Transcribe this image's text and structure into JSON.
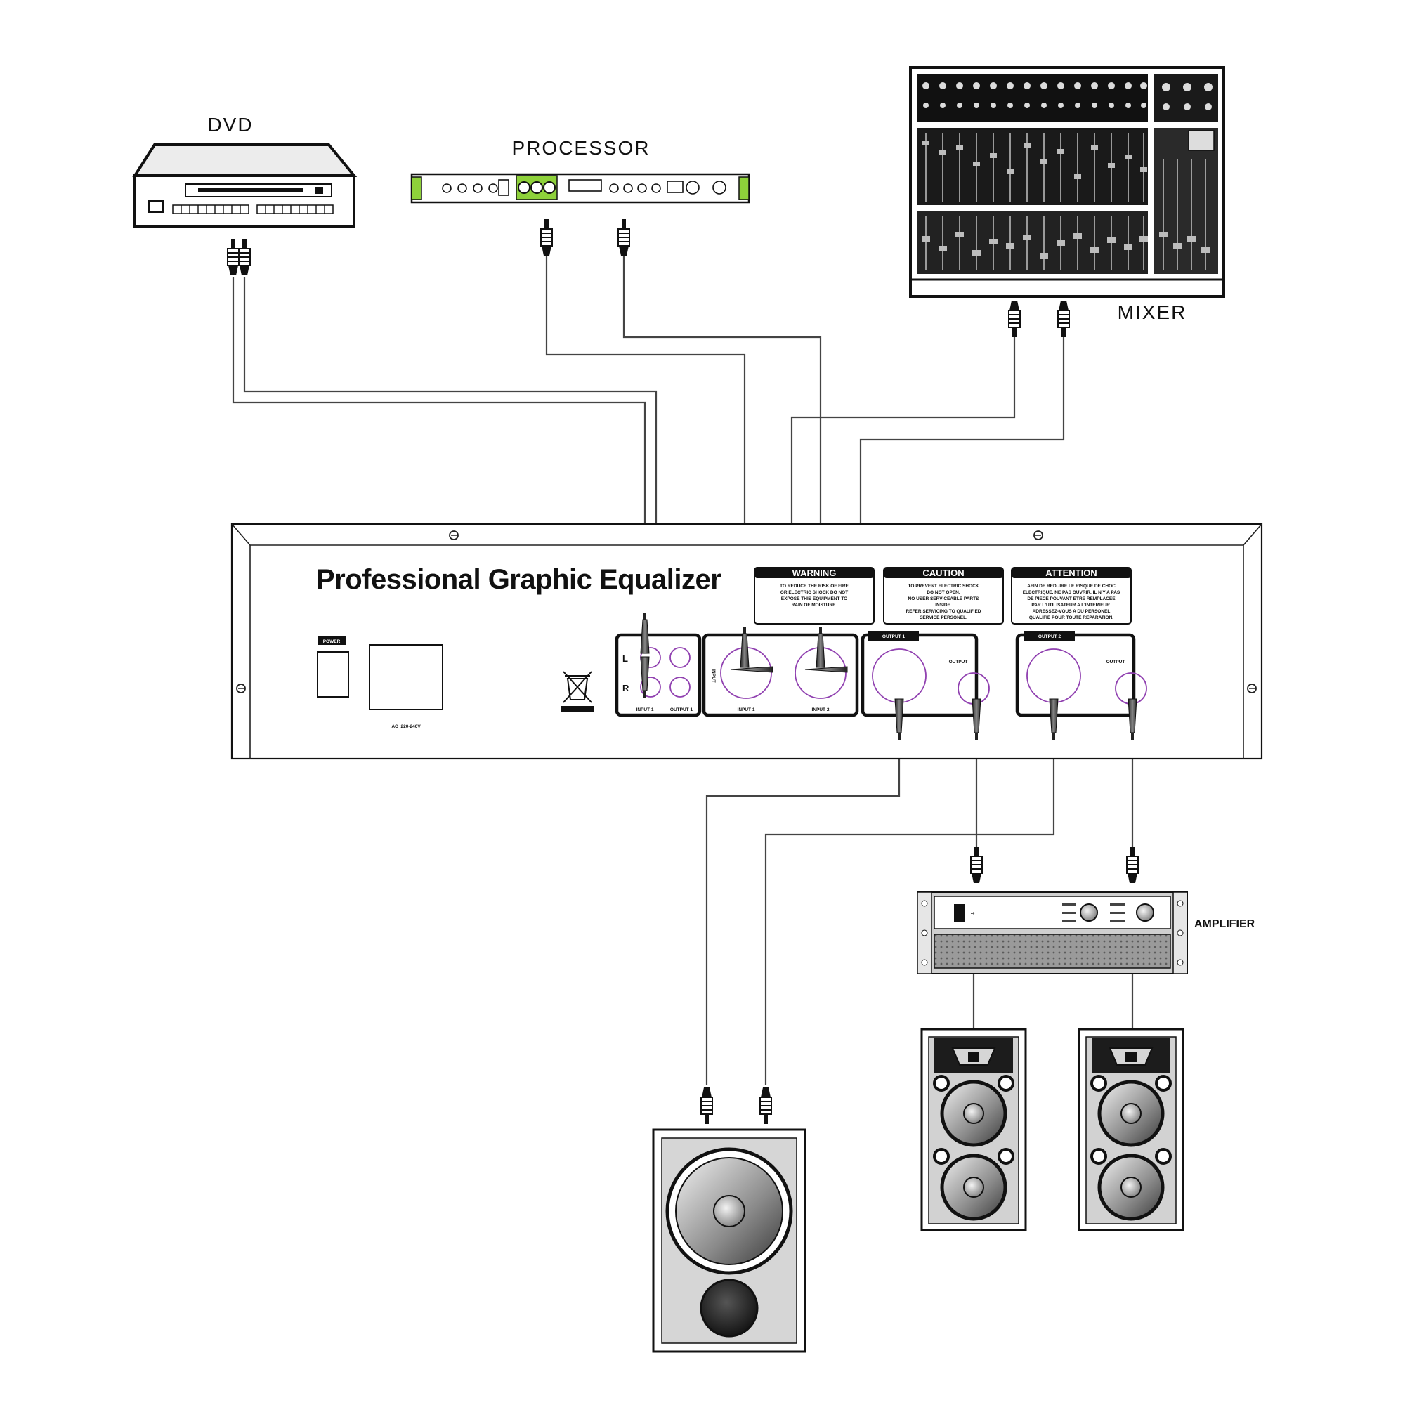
{
  "devices": {
    "dvd": {
      "label": "DVD"
    },
    "processor": {
      "label": "PROCESSOR"
    },
    "mixer": {
      "label": "MIXER"
    },
    "amplifier": {
      "label": "AMPLIFIER"
    }
  },
  "equalizer": {
    "title": "Professional Graphic Equalizer",
    "power_label": "POWER",
    "voltage_label": "AC~220-240V",
    "channel_left": "L",
    "channel_right": "R",
    "rca_input_label": "INPUT 1",
    "rca_output_label": "OUTPUT 1",
    "xlr_side_label": "INPUT",
    "xlr_input1_label": "INPUT 1",
    "xlr_input2_label": "INPUT 2",
    "output1_label": "OUTPUT 1",
    "output2_label": "OUTPUT 2",
    "output_small_label": "OUTPUT",
    "output_small_label_2": "OUTPUT",
    "warning": {
      "title": "WARNING",
      "lines": [
        "TO REDUCE THE RISK OF FIRE",
        "OR ELECTRIC SHOCK DO NOT",
        "EXPOSE THIS EQUIPMENT TO",
        "RAIN OF MOISTURE."
      ]
    },
    "caution": {
      "title": "CAUTION",
      "lines": [
        "TO PREVENT ELECTRIC SHOCK",
        "DO NOT OPEN.",
        "NO USER SERVICEABLE PARTS",
        "INSIDE.",
        "REFER SERVICING TO QUALIFIED",
        "SERVICE PERSONEL."
      ]
    },
    "attention": {
      "title": "ATTENTION",
      "lines": [
        "AFIN DE REDUIRE LE RISQUE DE CHOC",
        "ELECTRIQUE, NE PAS OUVRIR. IL N'Y A PAS",
        "DE PIECE POUVANT ETRE REMPLACEE",
        "PAR L'UTILISATEUR A L'INTERIEUR.",
        "ADRESSEZ-VOUS A DU PERSONEL",
        "QUALIFIE POUR TOUTE REPARATION."
      ]
    }
  },
  "colors": {
    "processor_accent": "#8ed13a",
    "jack_outline": "#9040b0",
    "device_fill": "#dcdcdc",
    "speaker_fill": "#cfcfcf"
  }
}
